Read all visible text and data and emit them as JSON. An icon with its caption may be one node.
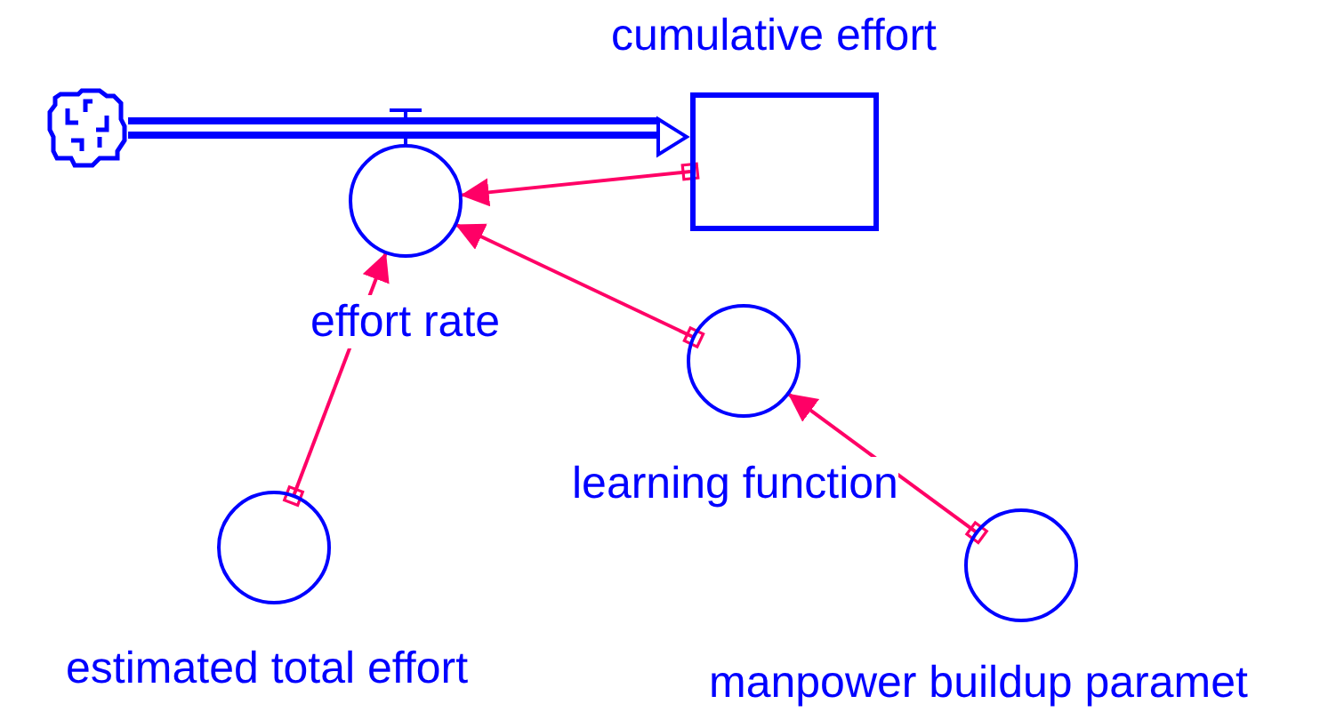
{
  "diagram": {
    "nodes": [
      {
        "text": [],
        "shape": "cloud"
      },
      {
        "text": [
          "cumulative effort"
        ]
      },
      {
        "text": [
          "effort rate"
        ]
      },
      {
        "text": [
          "learning function"
        ]
      },
      {
        "text": [
          "estimated total effort"
        ]
      },
      {
        "text": [
          "manpower buildup paramet"
        ]
      }
    ],
    "edges": [
      {
        "from": 0,
        "to": 1,
        "arrow": "to",
        "style": "thick",
        "color": "#0000ff"
      },
      {
        "from": 1,
        "to": 2,
        "arrow": "to"
      },
      {
        "from": 3,
        "to": 2,
        "arrow": "to"
      },
      {
        "from": 4,
        "to": 2,
        "arrow": "to"
      },
      {
        "from": 5,
        "to": 3,
        "arrow": "to"
      }
    ]
  }
}
